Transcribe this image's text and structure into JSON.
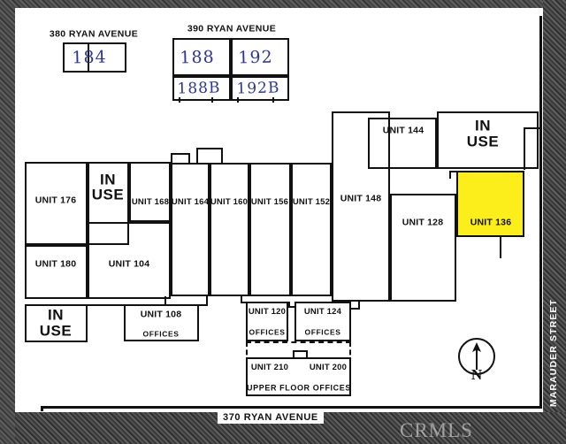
{
  "document": {
    "type": "commercial-site-plan",
    "watermark": "CRMLS"
  },
  "streets": {
    "bottom": "370 RYAN AVENUE",
    "right": "MARAUDER STREET"
  },
  "top_blocks": [
    {
      "header": "380 RYAN AVENUE",
      "cells": [
        {
          "label": "184",
          "handwritten": true
        }
      ]
    },
    {
      "header": "390 RYAN AVENUE",
      "cells": [
        {
          "label": "188",
          "handwritten": true
        },
        {
          "label": "192",
          "handwritten": true
        },
        {
          "label": "188B",
          "handwritten": true
        },
        {
          "label": "192B",
          "handwritten": true
        }
      ]
    }
  ],
  "main_building": {
    "units": [
      {
        "id": "unit-176",
        "label": "UNIT 176"
      },
      {
        "id": "unit-180",
        "label": "UNIT 180"
      },
      {
        "id": "unit-104",
        "label": "UNIT 104"
      },
      {
        "id": "unit-168",
        "label": "UNIT 168"
      },
      {
        "id": "unit-164",
        "label": "UNIT 164"
      },
      {
        "id": "unit-160",
        "label": "UNIT 160"
      },
      {
        "id": "unit-156",
        "label": "UNIT 156"
      },
      {
        "id": "unit-152",
        "label": "UNIT 152"
      },
      {
        "id": "unit-148",
        "label": "UNIT 148"
      },
      {
        "id": "unit-144",
        "label": "UNIT 144"
      },
      {
        "id": "unit-128",
        "label": "UNIT 128"
      },
      {
        "id": "unit-136",
        "label": "UNIT 136",
        "highlight_color": "#fcee1b",
        "highlighted": true
      }
    ],
    "in_use_markers": [
      {
        "id": "in-use-top-left",
        "line1": "IN",
        "line2": "USE"
      },
      {
        "id": "in-use-bottom-left",
        "line1": "IN",
        "line2": "USE"
      },
      {
        "id": "in-use-top-right",
        "line1": "IN",
        "line2": "USE"
      }
    ],
    "office_units": [
      {
        "id": "unit-108",
        "label": "UNIT 108",
        "sublabel": "OFFICES"
      },
      {
        "id": "unit-120",
        "label": "UNIT 120",
        "sublabel": "OFFICES"
      },
      {
        "id": "unit-124",
        "label": "UNIT 124",
        "sublabel": "OFFICES"
      }
    ],
    "upper_floor": {
      "units": [
        {
          "id": "unit-210",
          "label": "UNIT 210"
        },
        {
          "id": "unit-200",
          "label": "UNIT 200"
        }
      ],
      "caption": "UPPER FLOOR OFFICES"
    }
  },
  "compass": {
    "north_label": "N",
    "icon": "north-arrow-icon"
  }
}
